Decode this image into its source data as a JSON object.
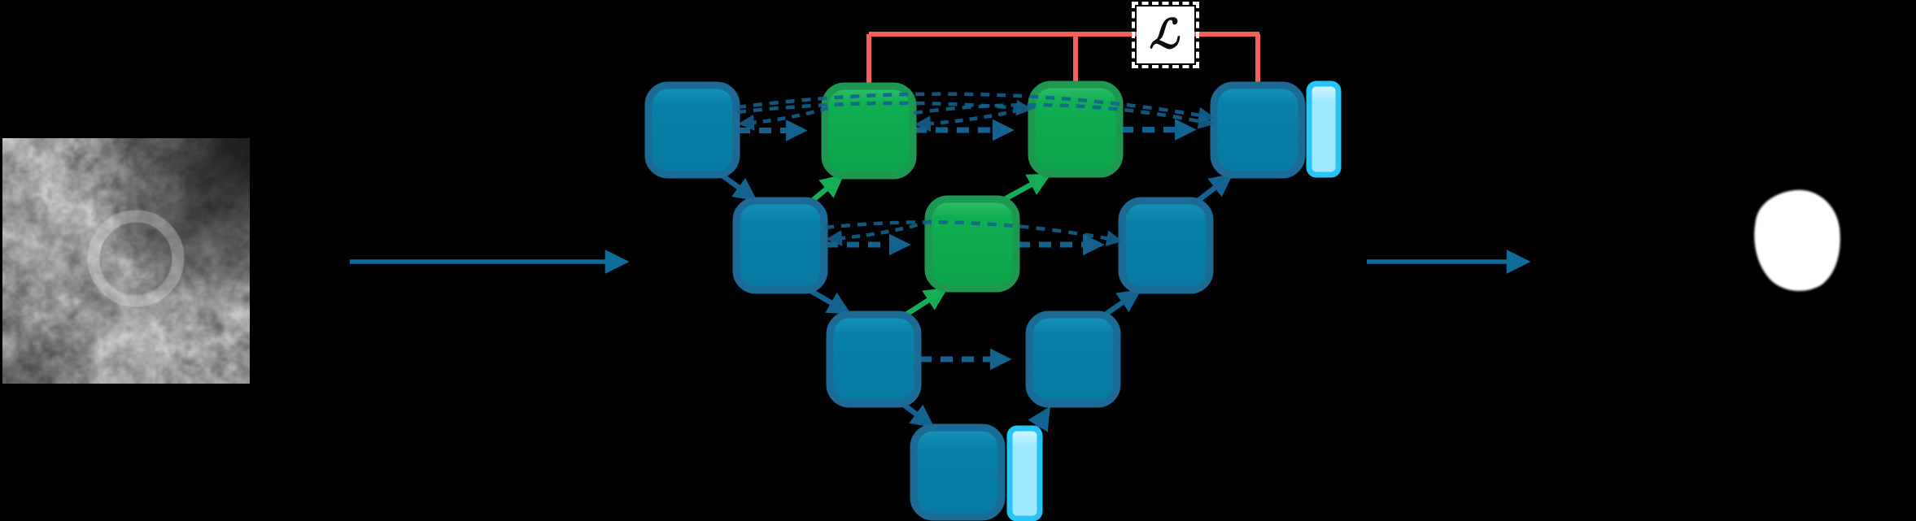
{
  "figure": {
    "background": "#000000",
    "loss": {
      "label": "ℒ",
      "box_color": "#ffffff",
      "line_color": "#f4605a"
    },
    "palette": {
      "encoder_node_fill_top": "#1795ba",
      "encoder_node_fill": "#0a81a8",
      "encoder_node_border": "#1c6b96",
      "nested_node_fill_top": "#34bf69",
      "nested_node_fill": "#10ae53",
      "nested_node_border": "#1d9850",
      "head_bar_fill_top": "#d6f7ff",
      "head_bar_fill": "#9fe9fe",
      "head_bar_border": "#29c4f6",
      "skip_arrow": "#14628f",
      "up_arrow_green": "#17ad56",
      "flow_arrow": "#0f6b99",
      "mask_fill": "#ffffff"
    },
    "input": {
      "kind": "grayscale-tissue-patch"
    },
    "output": {
      "kind": "binary-segmentation-mask"
    },
    "network": {
      "nodes": [
        {
          "id": "X00",
          "row": 0,
          "col": 0,
          "color": "blue"
        },
        {
          "id": "X01",
          "row": 0,
          "col": 1,
          "color": "green"
        },
        {
          "id": "X02",
          "row": 0,
          "col": 2,
          "color": "green"
        },
        {
          "id": "X03",
          "row": 0,
          "col": 3,
          "color": "blue"
        },
        {
          "id": "X10",
          "row": 1,
          "col": 0,
          "color": "blue"
        },
        {
          "id": "X11",
          "row": 1,
          "col": 1,
          "color": "green"
        },
        {
          "id": "X12",
          "row": 1,
          "col": 2,
          "color": "blue"
        },
        {
          "id": "X20",
          "row": 2,
          "col": 0,
          "color": "blue"
        },
        {
          "id": "X21",
          "row": 2,
          "col": 1,
          "color": "blue"
        },
        {
          "id": "X30",
          "row": 3,
          "col": 0,
          "color": "blue"
        }
      ],
      "head_bars": [
        {
          "id": "output-head-bar",
          "attached_to": "X03"
        },
        {
          "id": "bottom-head-bar",
          "attached_to": "X30"
        }
      ],
      "edges": {
        "downsample": [
          [
            "X00",
            "X10"
          ],
          [
            "X10",
            "X20"
          ],
          [
            "X20",
            "X30"
          ]
        ],
        "upsample_green": [
          [
            "X10",
            "X01"
          ],
          [
            "X20",
            "X11"
          ],
          [
            "X11",
            "X02"
          ]
        ],
        "upsample_blue": [
          [
            "X30",
            "X21"
          ],
          [
            "X21",
            "X12"
          ],
          [
            "X12",
            "X03"
          ]
        ],
        "skip_straight": [
          [
            "X00",
            "X01"
          ],
          [
            "X01",
            "X02"
          ],
          [
            "X02",
            "X03"
          ],
          [
            "X10",
            "X11"
          ],
          [
            "X11",
            "X12"
          ],
          [
            "X20",
            "X21"
          ]
        ],
        "skip_arc": [
          [
            "X00",
            "X02"
          ],
          [
            "X00",
            "X03"
          ],
          [
            "X01",
            "X03"
          ],
          [
            "X10",
            "X12"
          ]
        ],
        "skip_back": [
          [
            "X01",
            "X00"
          ],
          [
            "X02",
            "X01"
          ],
          [
            "X11",
            "X10"
          ]
        ],
        "loss_taps": [
          "X01",
          "X02",
          "X03"
        ]
      }
    }
  }
}
